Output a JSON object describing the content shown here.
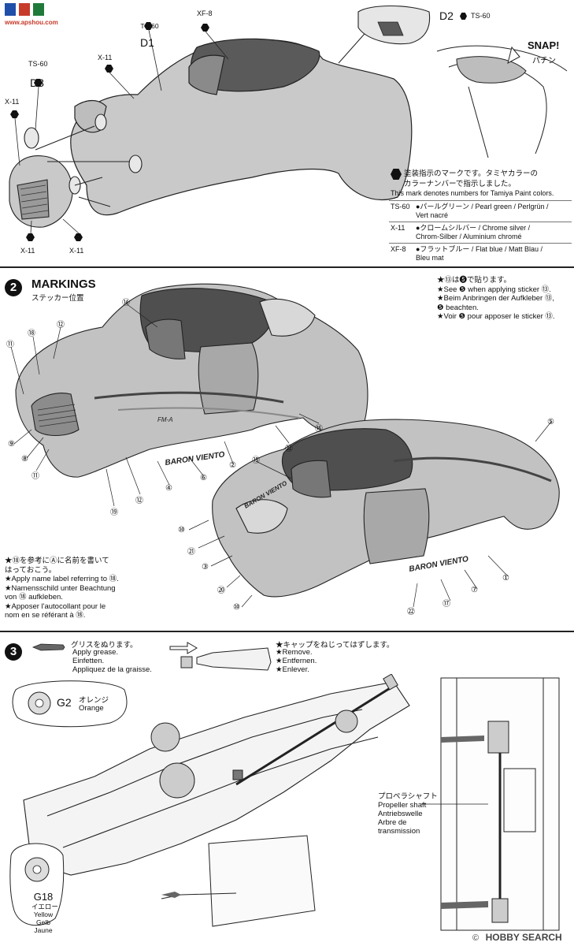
{
  "watermark": {
    "top": "",
    "url": "www.apshou.com"
  },
  "step1": {
    "callouts": [
      {
        "code": "TS-60",
        "part": "D1"
      },
      {
        "code": "XF-8",
        "part": ""
      },
      {
        "code": "X-11",
        "part": ""
      },
      {
        "code": "TS-60",
        "part": "D3"
      },
      {
        "code": "X-11",
        "part": ""
      },
      {
        "code": "X-11",
        "part": ""
      },
      {
        "code": "X-11",
        "part": ""
      }
    ],
    "d2_label": "D2",
    "d2_code": "TS-60",
    "snap_en": "SNAP!",
    "snap_jp": "パチン",
    "paint_note_jp_1": "塗装指示のマークです。タミヤカラーの",
    "paint_note_jp_2": "カラーナンバーで指示しました。",
    "paint_note_en": "This mark denotes numbers for Tamiya Paint colors.",
    "paints": [
      {
        "code": "TS-60",
        "l1": "●パールグリーン / Pearl green / Perlgrün /",
        "l2": "Vert nacré"
      },
      {
        "code": "X-11",
        "l1": "●クロームシルバー / Chrome silver /",
        "l2": "Chrom-Silber / Aluminium chromé"
      },
      {
        "code": "XF-8",
        "l1": "●フラットブルー / Flat blue / Matt Blau /",
        "l2": "Bleu mat"
      }
    ]
  },
  "step2": {
    "number": "2",
    "title": "MARKINGS",
    "subtitle": "ステッカー位置",
    "notes_right": [
      "★⑬は❺で貼ります。",
      "★See ❺ when applying sticker ⑬.",
      "★Beim Anbringen der Aufkleber ⑬,",
      "❺ beachten.",
      "★Voir ❺ pour apposer le sticker ⑬."
    ],
    "notes_left": [
      "★⑱を参考にⒶに名前を書いて",
      "はっておこう。",
      "★Apply name label referring to ⑱.",
      "★Namensschild unter Beachtung",
      "von ⑱ aufkleben.",
      "★Apposer l'autocollant pour le",
      "nom en se référant à ⑱."
    ],
    "car1_numbers": [
      "⑭",
      "⑱",
      "⑫",
      "⑪",
      "⑨",
      "⑧",
      "⑪",
      "⑲",
      "⑫",
      "④",
      "⑥",
      "②",
      "㉒",
      "⑯"
    ],
    "car2_numbers": [
      "⑤",
      "⑮",
      "⑩",
      "㉑",
      "③",
      "⑳",
      "⑩",
      "㉒",
      "⑰",
      "⑦",
      "①"
    ],
    "decal_text": "BARON VIENTO"
  },
  "step3": {
    "number": "3",
    "grease_jp": "グリスをぬります。",
    "grease_lines": [
      "Apply grease.",
      "Einfetten.",
      "Appliquez de la graisse."
    ],
    "remove_jp": "★キャップをねじってはずします。",
    "remove_lines": [
      "★Remove.",
      "★Entfernen.",
      "★Enlever."
    ],
    "g2": {
      "code": "G2",
      "jp": "オレンジ",
      "en": "Orange"
    },
    "g18": {
      "code": "G18",
      "jp": "イエロー",
      "en": "Yellow",
      "de": "Gelb",
      "fr": "Jaune"
    },
    "shaft": {
      "jp": "プロペラシャフト",
      "en": "Propeller shaft",
      "de": "Antriebswelle",
      "fr": "Arbre de",
      "fr2": "transmission"
    }
  },
  "footer": {
    "brand": "HOBBY SEARCH",
    "copyright": "©"
  }
}
